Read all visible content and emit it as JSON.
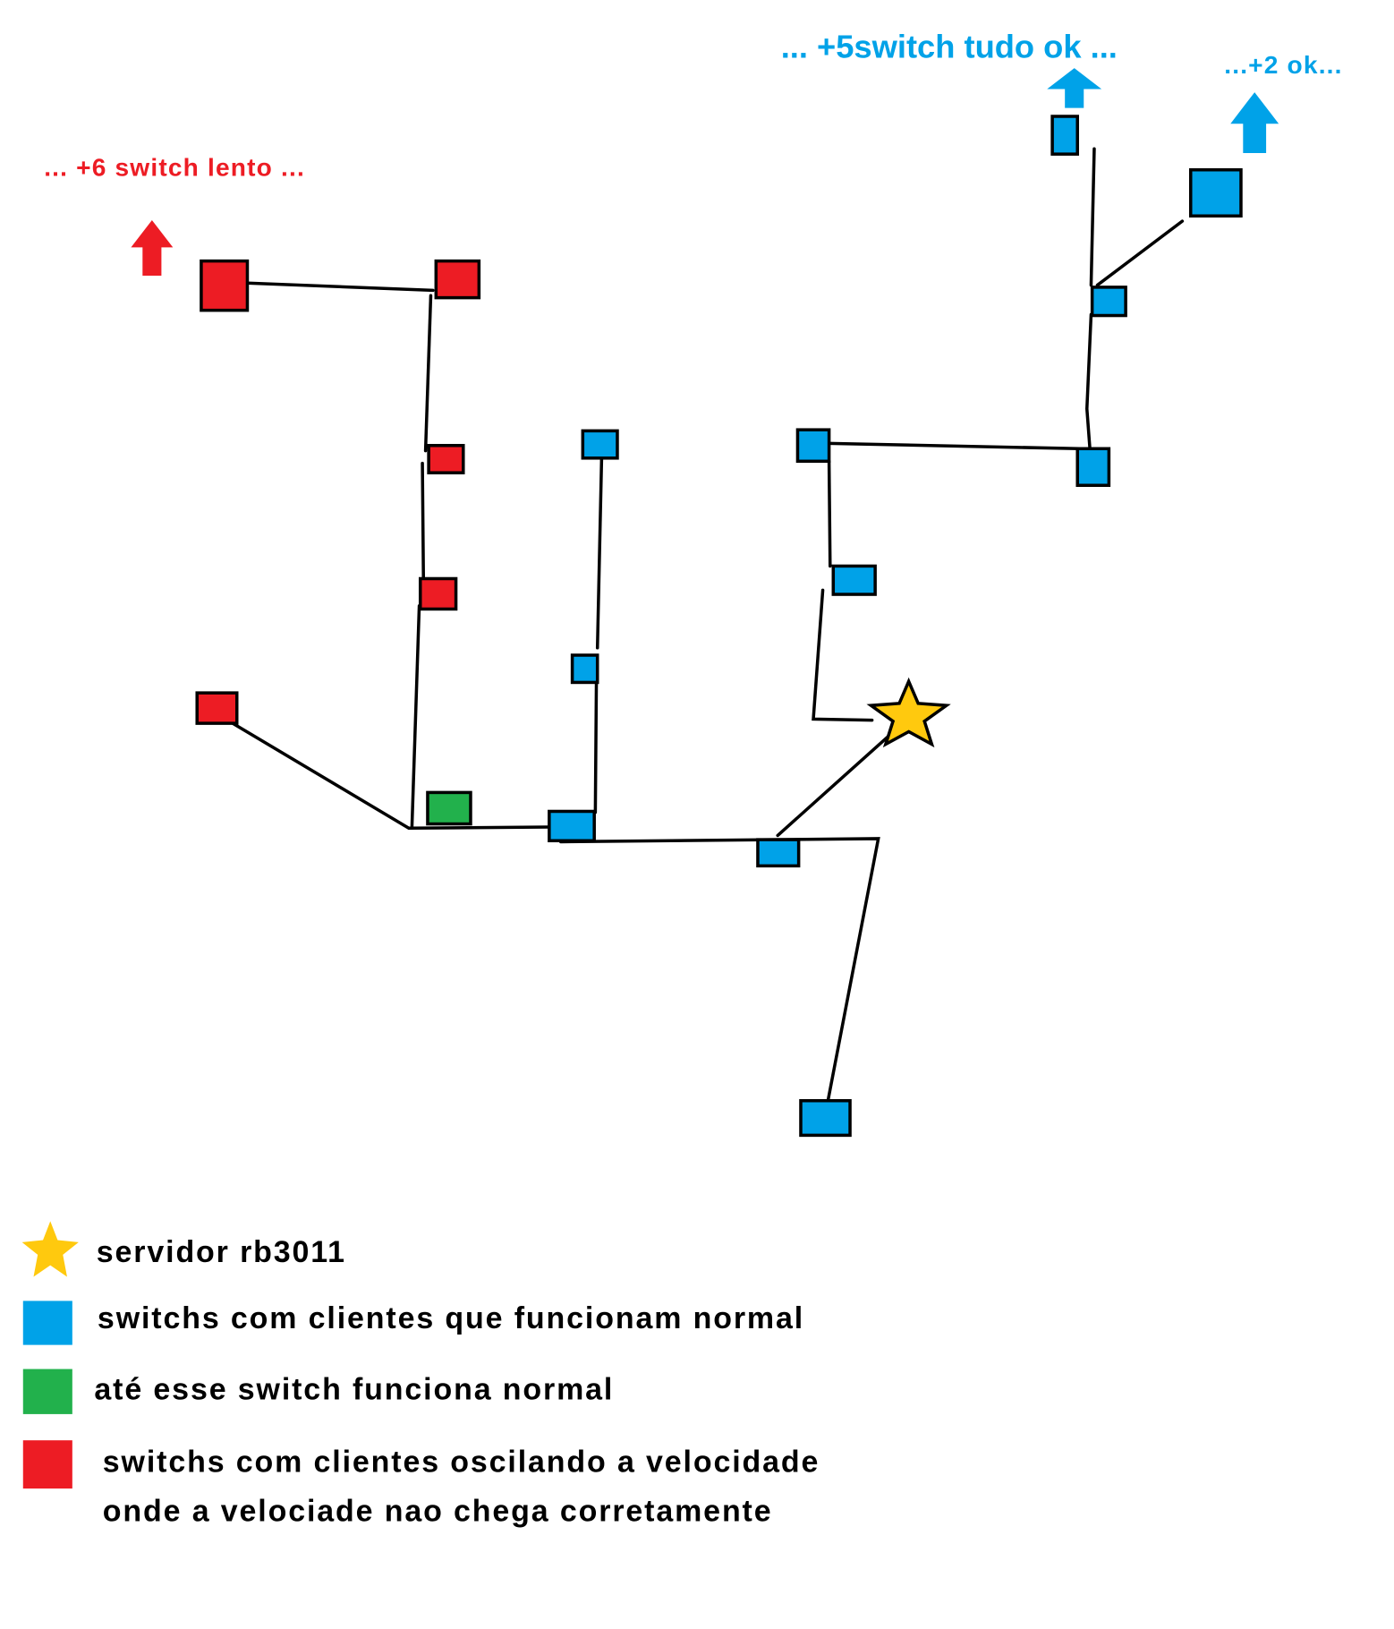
{
  "colors": {
    "ok": "#00a2e8",
    "slow": "#ed1c24",
    "boundary": "#22b14c",
    "server": "#ffc90e"
  },
  "annotations": {
    "slow_more": "... +6 switch lento ...",
    "ok_more_5": "... +5switch tudo ok ...",
    "ok_more_2": "...+2 ok..."
  },
  "legend": {
    "server": "servidor rb3011",
    "ok": "switchs com clientes que funcionam normal",
    "boundary": "até esse switch funciona normal",
    "slow_line1": "switchs com clientes oscilando a velocidade",
    "slow_line2": "onde a velociade nao chega corretamente"
  }
}
